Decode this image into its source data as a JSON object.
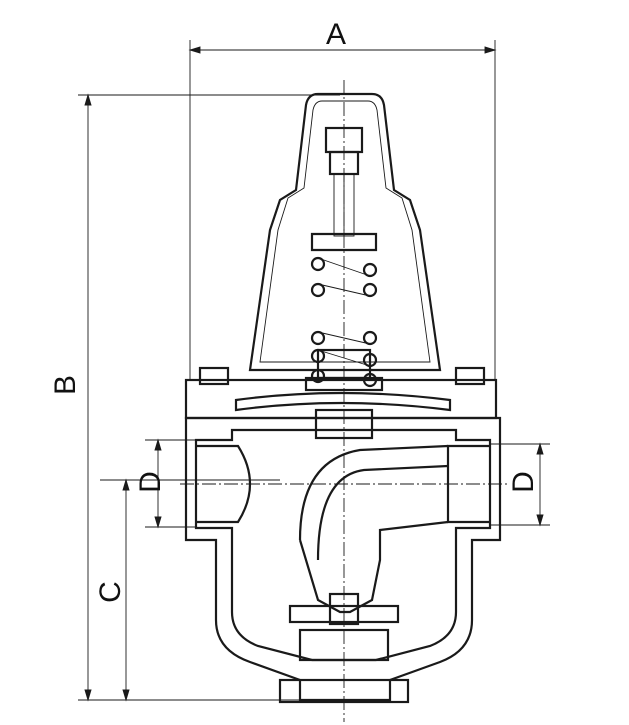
{
  "drawing": {
    "dimensions": {
      "width": "A",
      "height": "B",
      "axis_height": "C",
      "inlet_diameter": "D",
      "outlet_diameter": "D"
    }
  }
}
